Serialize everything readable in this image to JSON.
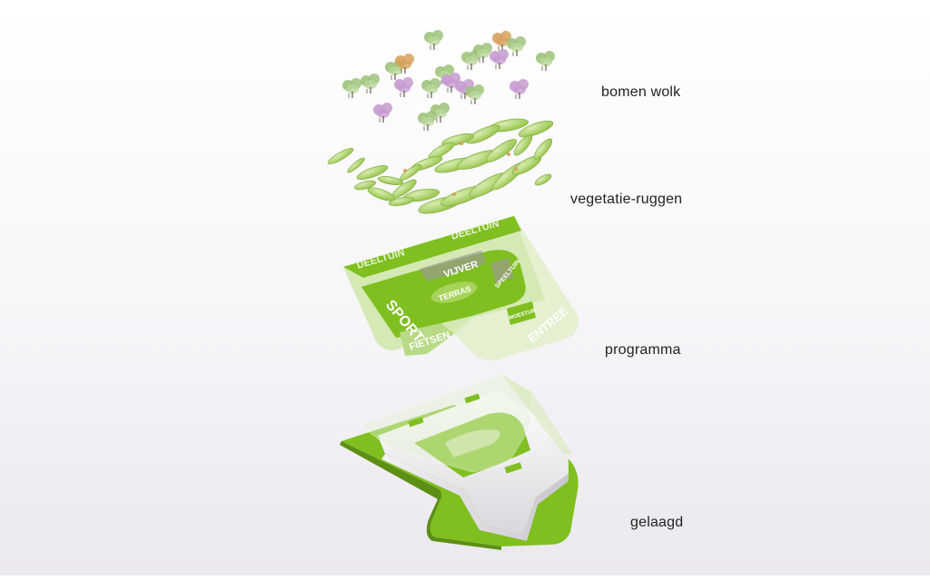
{
  "layers": [
    {
      "label": "bomen wolk"
    },
    {
      "label": "vegetatie-ruggen"
    },
    {
      "label": "programma"
    },
    {
      "label": "gelaagd"
    }
  ],
  "program_zones": {
    "deeltuin_left": "DEELTUIN",
    "deeltuin_right": "DEELTUIN",
    "vijver": "VIJVER",
    "terras": "TERRAS",
    "speeltuin": "SPEELTUIN",
    "sport": "SPORT",
    "fietsen": "FIETSEN",
    "entree": "ENTREE",
    "moestuin": "MOESTUIN"
  },
  "colors": {
    "green": "#7fbf1f",
    "light_green": "#cfe6a8",
    "pale_green": "#e4f0cf",
    "pink": "#c69bd0",
    "orange": "#d6a25c"
  }
}
